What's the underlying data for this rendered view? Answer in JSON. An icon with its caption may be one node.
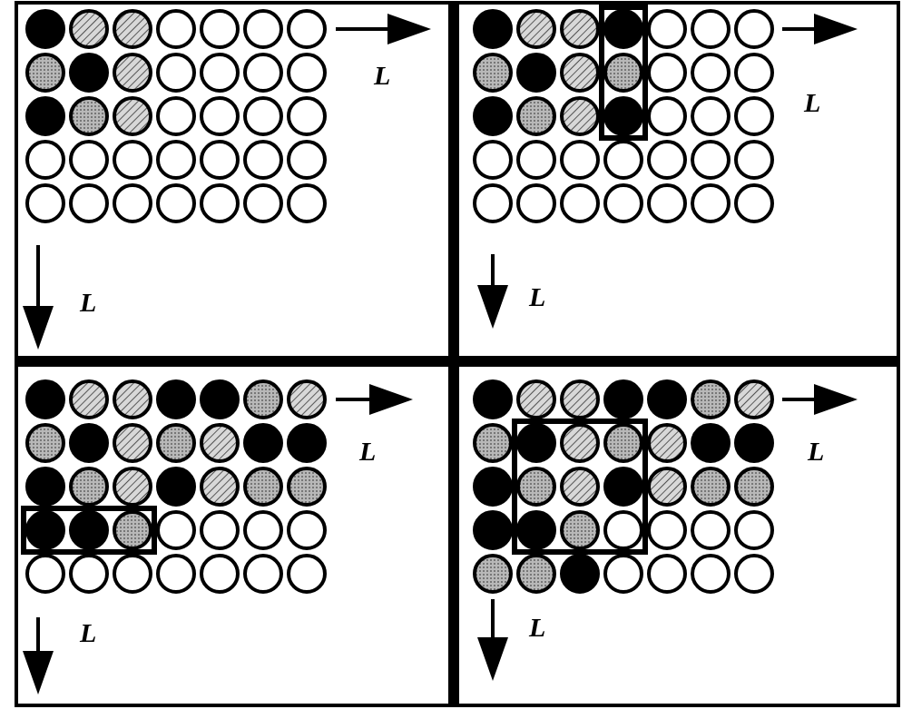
{
  "diagram": {
    "labels": [
      "L",
      "L",
      "L",
      "L",
      "L",
      "L",
      "L",
      "L"
    ]
  }
}
